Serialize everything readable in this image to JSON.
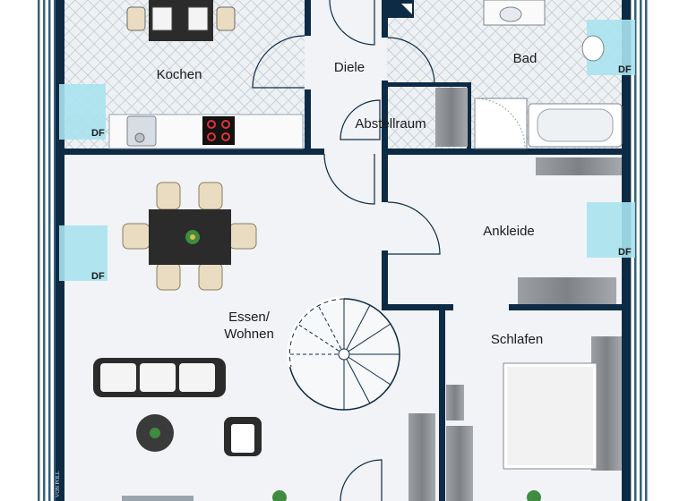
{
  "rooms": {
    "kochen": "Kochen",
    "diele": "Diele",
    "bad": "Bad",
    "abstellraum": "Abstellraum",
    "ankleide": "Ankleide",
    "essen_line1": "Essen/",
    "essen_line2": "Wohnen",
    "schlafen": "Schlafen"
  },
  "df_label": "DF",
  "watermark": "VON POLL",
  "colors": {
    "wall": "#0d2b45",
    "floor": "#f1f3f6",
    "tile_floor": "#e7ecf0",
    "roof_stripe": "#c9d5df",
    "skylight": "#a9e3ef",
    "furniture_dark": "#2b2b2b",
    "chair": "#e9dcc0",
    "wardrobe": "#8f9194"
  }
}
